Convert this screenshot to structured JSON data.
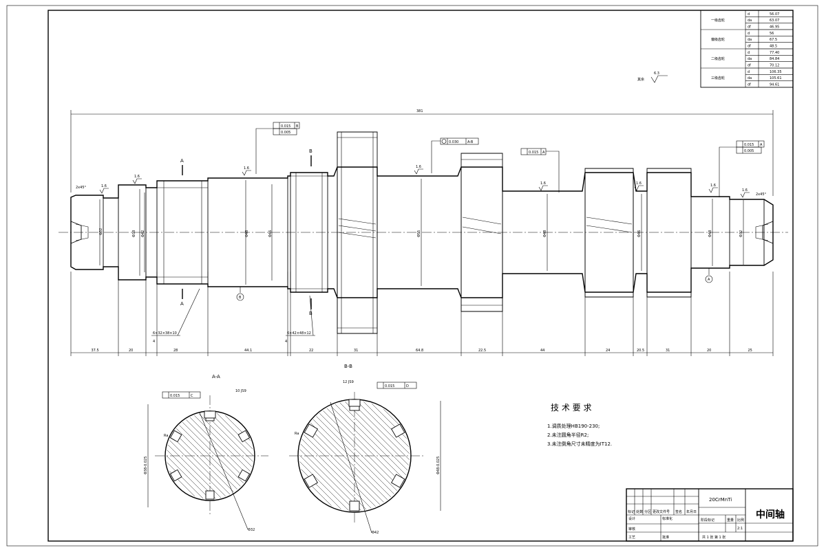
{
  "gear_param_table": {
    "rows": [
      {
        "group": "一级齿轮",
        "sym": "d",
        "val": "56.07"
      },
      {
        "group": "",
        "sym": "da",
        "val": "63.07"
      },
      {
        "group": "",
        "sym": "df",
        "val": "46.95"
      },
      {
        "group": "偏级齿轮",
        "sym": "d",
        "val": "56"
      },
      {
        "group": "",
        "sym": "da",
        "val": "67.5"
      },
      {
        "group": "",
        "sym": "df",
        "val": "48.5"
      },
      {
        "group": "二级齿轮",
        "sym": "d",
        "val": "77.40"
      },
      {
        "group": "",
        "sym": "da",
        "val": "84.84"
      },
      {
        "group": "",
        "sym": "df",
        "val": "70.12"
      },
      {
        "group": "三级齿轮",
        "sym": "d",
        "val": "106.35"
      },
      {
        "group": "",
        "sym": "da",
        "val": "105.61"
      },
      {
        "group": "",
        "sym": "df",
        "val": "94.61"
      }
    ]
  },
  "roughness_note": {
    "label": "其余",
    "value": "6.3"
  },
  "overall_length": "381",
  "section_labels": {
    "a": "A",
    "b": "B",
    "aa": "A-A",
    "bb": "B-B"
  },
  "diameters": [
    "Φ32",
    "Φ38",
    "Φ42",
    "Φ48",
    "Φ46",
    "Φ55",
    "Φ48",
    "Φ46",
    "Φ48",
    "Φ32"
  ],
  "roughness_marks": [
    "1.6",
    "1.6",
    "1.6",
    "1.6",
    "1.6",
    "1.6",
    "1.6",
    "1.6"
  ],
  "chamfers": {
    "left": "2x45°",
    "right": "2x45°"
  },
  "spline_notes": {
    "left": "6×32×38×10",
    "right": "6×42×48×12"
  },
  "datum_labels": [
    "B",
    "A"
  ],
  "tolerance_frames": {
    "f1": {
      "a": "0.015",
      "a_ref": "B",
      "b": "0.005"
    },
    "f2": {
      "a": "0.030",
      "a_ref": "A-B"
    },
    "f3": {
      "a": "0.015",
      "a_ref": "A"
    },
    "f4": {
      "a": "0.015",
      "a_ref": "A",
      "b": "0.005"
    }
  },
  "dimensions_bottom": [
    "37.5",
    "20",
    "28",
    "44.1",
    "22",
    "31",
    "64.8",
    "22.5",
    "44",
    "24",
    "20.5",
    "31",
    "20",
    "25"
  ],
  "small_dims": [
    "4",
    "4"
  ],
  "section_aa": {
    "frame_val": "0.015",
    "frame_ref": "C",
    "width": "10 JS9",
    "dia": "Φ38-0.025",
    "bottom": "Φ32",
    "tag": "Ra"
  },
  "section_bb": {
    "frame_val": "0.015",
    "frame_ref": "D",
    "width": "12 JS9",
    "dia": "Φ48-0.025",
    "bottom": "Φ42",
    "tag": "Ra"
  },
  "tech_req": {
    "title": "技 术 要 求",
    "items": [
      "1.调质处理HB190-230;",
      "2.未注圆角半径R2;",
      "3.未注倒角尺寸未精度为IT12."
    ]
  },
  "title_block": {
    "material": "20CrMnTi",
    "name": "中间轴",
    "scale_label": "比例",
    "weight_label": "重量",
    "stage_label": "阶段标记",
    "scale": "2:1",
    "sheets": "共 1 张  第 1 张",
    "row_labels": [
      "标记",
      "处数",
      "分区",
      "更改文件号",
      "签名",
      "年月日"
    ],
    "design": "设计",
    "standard": "标准化",
    "review": "审核",
    "process": "工艺",
    "approve": "批准"
  }
}
